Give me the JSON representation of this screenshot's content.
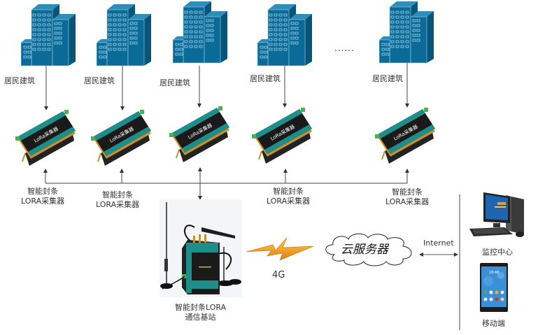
{
  "diagram": {
    "buildings": [
      {
        "label": "居民建筑"
      },
      {
        "label": "居民建筑"
      },
      {
        "label": "居民建筑"
      },
      {
        "label": "居民建筑"
      },
      {
        "label": "居民建筑"
      }
    ],
    "ellipsis": "......",
    "collectors": [
      {
        "line1": "智能封条",
        "line2": "LORA采集器",
        "device_text": "LoRa采集器"
      },
      {
        "line1": "智能封条",
        "line2": "LORA采集器",
        "device_text": "LoRa采集器"
      },
      {
        "line1": "",
        "line2": "",
        "device_text": "LoRa采集器"
      },
      {
        "line1": "智能封条",
        "line2": "LORA采集器",
        "device_text": "LoRa采集器"
      },
      {
        "line1": "智能封条",
        "line2": "LORA采集器",
        "device_text": "LoRa采集器"
      }
    ],
    "base_station": {
      "line1": "智能封条LORA",
      "line2": "通信基站"
    },
    "link_4g": {
      "label": "4G"
    },
    "cloud": {
      "label": "云服务器"
    },
    "internet": {
      "label": "Internet"
    },
    "monitor": {
      "label": "监控中心"
    },
    "mobile": {
      "label": "移动端",
      "time": "18:48"
    },
    "colors": {
      "building": "#0a6b99",
      "building_dark": "#075579",
      "building_light": "#2f8db8",
      "window": "#9fd0e6",
      "device_teal": "#1d8e8a",
      "device_black": "#1a1a1a",
      "device_gold": "#c7902f",
      "bolt_orange": "#f2a31b",
      "line": "#444444"
    }
  }
}
